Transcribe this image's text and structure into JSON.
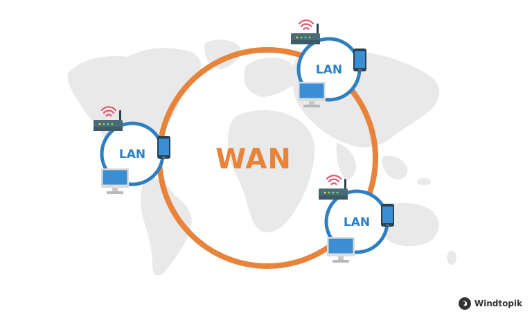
{
  "diagram": {
    "center_label": "WAN",
    "nodes": [
      {
        "id": "lan-top-right",
        "label": "LAN"
      },
      {
        "id": "lan-left",
        "label": "LAN"
      },
      {
        "id": "lan-bottom-right",
        "label": "LAN"
      }
    ]
  },
  "brand": {
    "name": "Windtopik"
  },
  "colors": {
    "wan_ring": "#e8833a",
    "lan_ring": "#2e7fc1",
    "map": "#e9e9e9",
    "router": "#3d5a66",
    "wifi": "#e0566a",
    "device": "#2a4150",
    "screen": "#3a8fd4"
  },
  "icons": [
    "router-icon",
    "wifi-icon",
    "smartphone-icon",
    "desktop-monitor-icon",
    "windtopik-logo-icon"
  ]
}
